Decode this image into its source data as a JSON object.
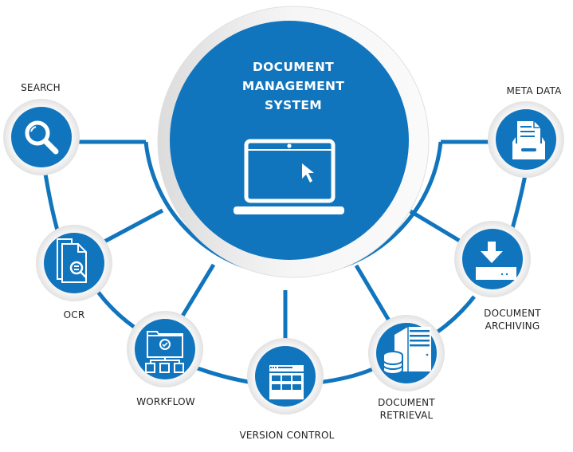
{
  "diagram": {
    "title_lines": [
      "DOCUMENT",
      "MANAGEMENT",
      "SYSTEM"
    ],
    "center_icon": "laptop-with-cursor-icon",
    "colors": {
      "primary_blue": "#1175BE",
      "ring_light": "#F4F4F4",
      "ring_shadow": "#DADADA",
      "label_text": "#222222",
      "background": "#FFFFFF"
    },
    "nodes": [
      {
        "id": "search",
        "label_lines": [
          "SEARCH"
        ],
        "icon": "magnifier-icon"
      },
      {
        "id": "ocr",
        "label_lines": [
          "OCR"
        ],
        "icon": "document-scan-icon"
      },
      {
        "id": "workflow",
        "label_lines": [
          "WORKFLOW"
        ],
        "icon": "workflow-hierarchy-icon"
      },
      {
        "id": "version-control",
        "label_lines": [
          "VERSION CONTROL"
        ],
        "icon": "grid-window-icon"
      },
      {
        "id": "document-retrieval",
        "label_lines": [
          "DOCUMENT",
          "RETRIEVAL"
        ],
        "icon": "server-database-icon"
      },
      {
        "id": "document-archiving",
        "label_lines": [
          "DOCUMENT",
          "ARCHIVING"
        ],
        "icon": "download-drive-icon"
      },
      {
        "id": "meta-data",
        "label_lines": [
          "META DATA"
        ],
        "icon": "file-tray-icon"
      }
    ]
  }
}
